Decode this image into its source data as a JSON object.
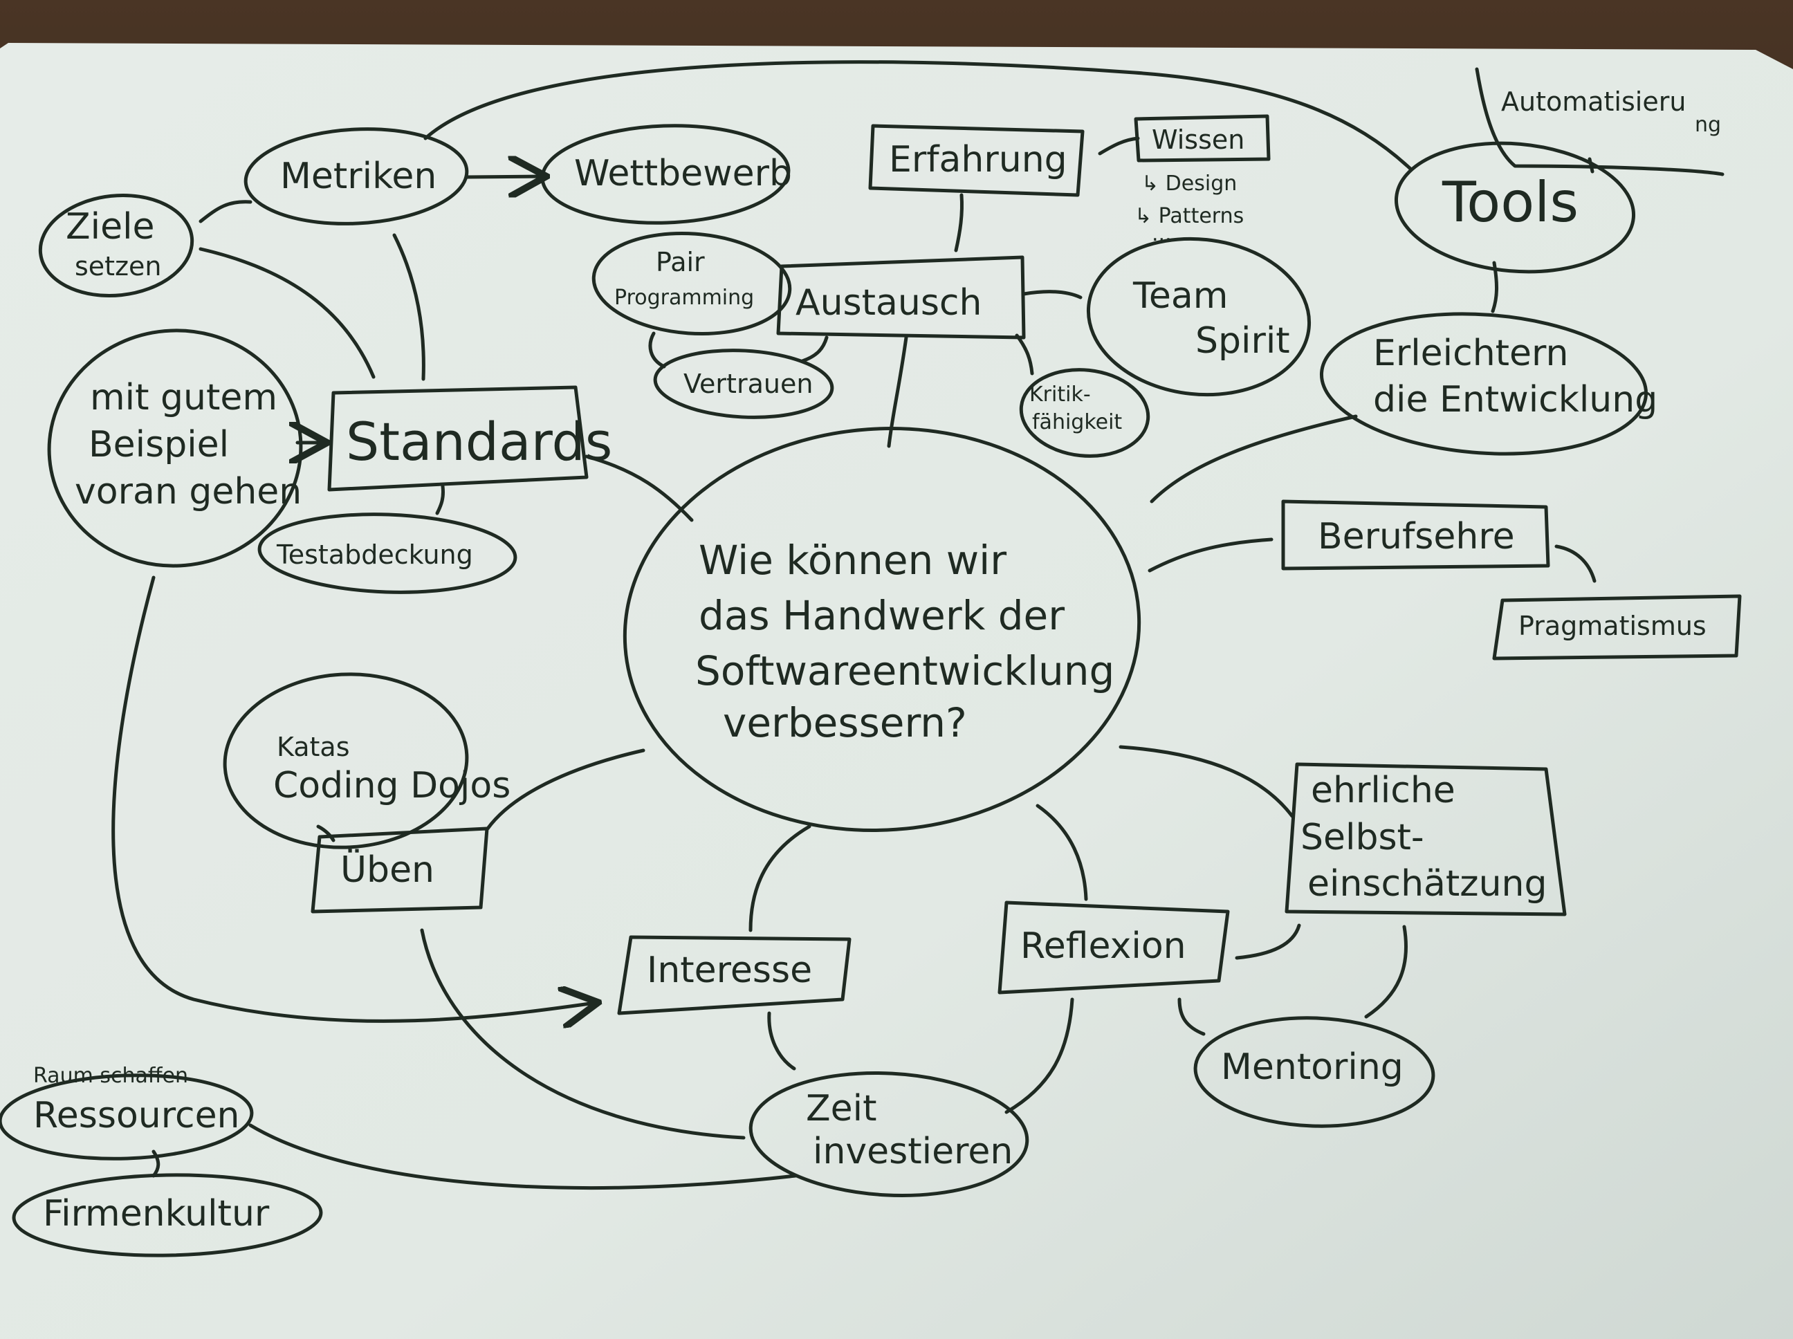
{
  "center": {
    "lines": [
      "Wie können wir",
      "das Handwerk der",
      "Softwareentwicklung",
      "verbessern?"
    ]
  },
  "nodes": {
    "ziele_setzen": [
      "Ziele",
      "setzen"
    ],
    "metriken": "Metriken",
    "wettbewerb": "Wettbewerb",
    "erfahrung": "Erfahrung",
    "wissen": "Wissen",
    "wissen_sub": [
      "↳ Design",
      "↳ Patterns",
      "..."
    ],
    "automatisierung": [
      "Automatisieru",
      "ng"
    ],
    "tools": "Tools",
    "pair_programming": [
      "Pair",
      "Programming"
    ],
    "austausch": "Austausch",
    "team_spirit": [
      "Team",
      "Spirit"
    ],
    "vertrauen": "Vertrauen",
    "kritikfaehigkeit": [
      "Kritik-",
      "fähigkeit"
    ],
    "erleichtern": [
      "Erleichtern",
      "die Entwicklung"
    ],
    "mit_gutem_beispiel": [
      "mit gutem",
      "Beispiel",
      "voran gehen"
    ],
    "standards": "Standards",
    "testabdeckung": "Testabdeckung",
    "berufsehre": "Berufsehre",
    "pragmatismus": "Pragmatismus",
    "katas": [
      "Katas",
      "Coding Dojos"
    ],
    "ueben": "Üben",
    "ehrliche_selbst": [
      "ehrliche",
      "Selbst-",
      "einschätzung"
    ],
    "interesse": "Interesse",
    "reflexion": "Reflexion",
    "mentoring": "Mentoring",
    "raum_schaffen": "Raum schaffen",
    "ressourcen": "Ressourcen",
    "firmenkultur": "Firmenkultur",
    "zeit_investieren": [
      "Zeit",
      "investieren"
    ]
  },
  "colors": {
    "ink": "#1f2a22",
    "paper": "#e4eae6",
    "wood": "#3a2a1e"
  }
}
